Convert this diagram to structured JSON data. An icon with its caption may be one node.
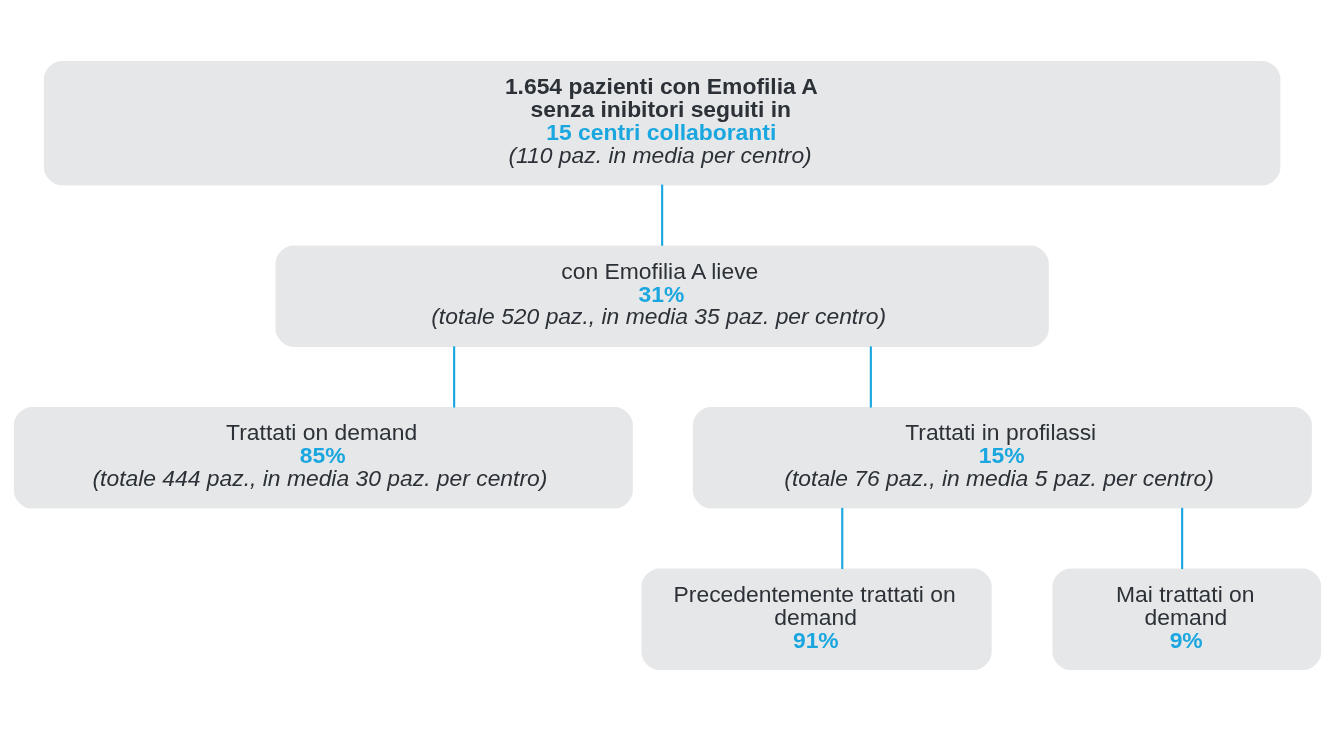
{
  "diagram": {
    "nodes": [
      {
        "text": [
          "1.654 pazienti con Emofilia A senza inibitori seguiti in",
          "15 centri collaboranti",
          "(110 paz. in media per centro)"
        ]
      },
      {
        "text": [
          "con Emofilia A lieve",
          "31%",
          "(totale 520 paz., in media 35 paz. per centro)"
        ]
      },
      {
        "text": [
          "Trattati on demand",
          "85%",
          "(totale 444 paz., in media 30 paz. per centro)"
        ]
      },
      {
        "text": [
          "Trattati in profilassi",
          "15%",
          "(totale 76 paz., in media 5 paz. per centro)"
        ]
      },
      {
        "text": [
          "Precedentemente trattati on demand",
          "91%"
        ]
      },
      {
        "text": [
          "Mai trattati on demand",
          "9%"
        ]
      }
    ],
    "edges": [
      {
        "from": 0,
        "to": 1,
        "arrow": "none"
      },
      {
        "from": 1,
        "to": 2,
        "arrow": "none"
      },
      {
        "from": 1,
        "to": 3,
        "arrow": "none"
      },
      {
        "from": 3,
        "to": 4,
        "arrow": "none"
      },
      {
        "from": 3,
        "to": 5,
        "arrow": "none"
      }
    ]
  }
}
